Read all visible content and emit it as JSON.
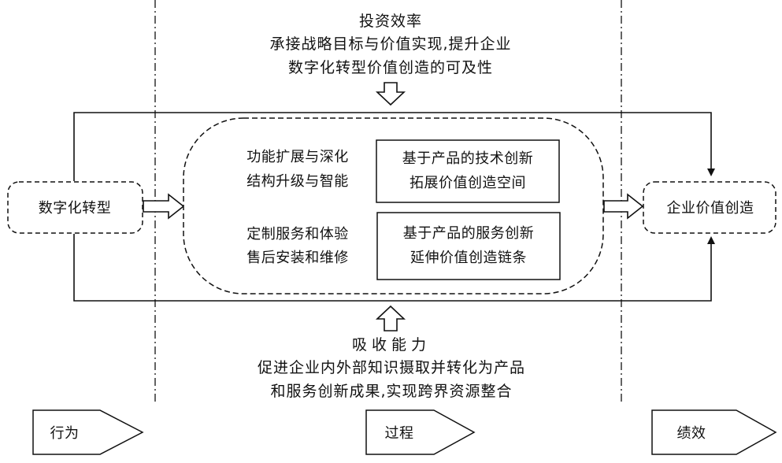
{
  "top": {
    "title": "投资效率",
    "line1": "承接战略目标与价值实现,提升企业",
    "line2": "数字化转型价值创造的可及性"
  },
  "bottom": {
    "title": "吸收能力",
    "line1": "促进企业内外部知识摄取并转化为产品",
    "line2": "和服务创新成果,实现跨界资源整合"
  },
  "left_box": {
    "label": "数字化转型"
  },
  "right_box": {
    "label": "企业价值创造"
  },
  "center": {
    "upper_left": {
      "line1": "功能扩展与深化",
      "line2": "结构升级与智能"
    },
    "upper_right": {
      "line1": "基于产品的技术创新",
      "line2": "拓展价值创造空间"
    },
    "lower_left": {
      "line1": "定制服务和体验",
      "line2": "售后安装和维修"
    },
    "lower_right": {
      "line1": "基于产品的服务创新",
      "line2": "延伸价值创造链条"
    }
  },
  "stages": [
    {
      "label": "行为"
    },
    {
      "label": "过程"
    },
    {
      "label": "绩效"
    }
  ]
}
